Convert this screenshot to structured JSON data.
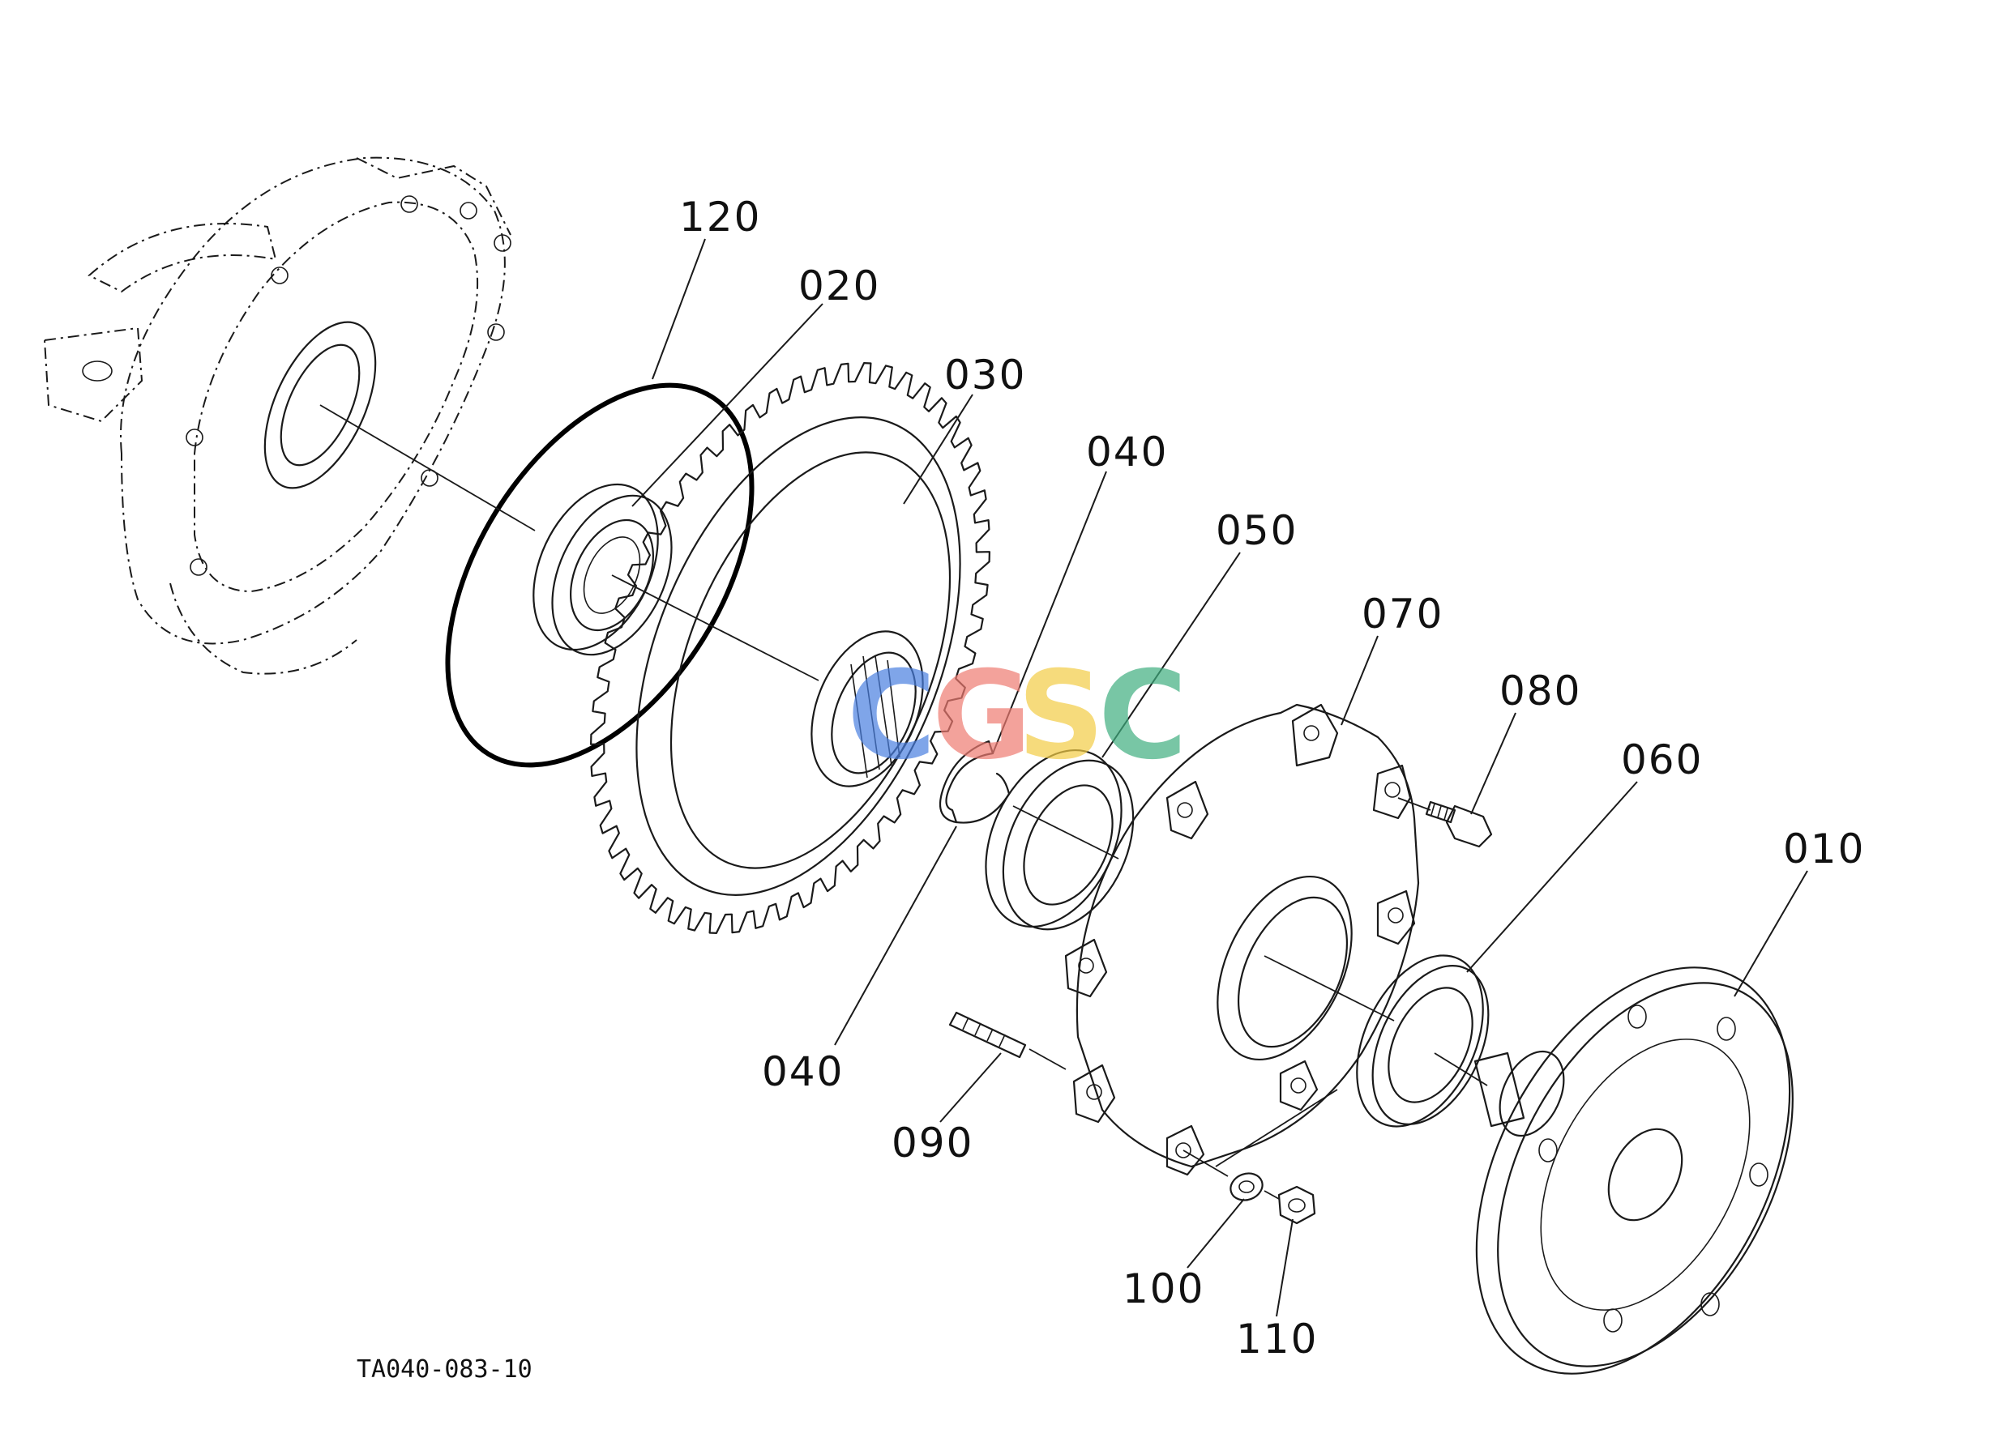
{
  "diagram": {
    "reference_code": "TA040-083-10",
    "watermark": {
      "letters": [
        {
          "char": "C",
          "color": "#4a7fe0"
        },
        {
          "char": "G",
          "color": "#ef7b72"
        },
        {
          "char": "S",
          "color": "#f3cc45"
        },
        {
          "char": "C",
          "color": "#3fae80"
        }
      ]
    },
    "callouts": [
      {
        "id": "120",
        "label": "120"
      },
      {
        "id": "020",
        "label": "020"
      },
      {
        "id": "030",
        "label": "030"
      },
      {
        "id": "040a",
        "label": "040"
      },
      {
        "id": "050",
        "label": "050"
      },
      {
        "id": "070",
        "label": "070"
      },
      {
        "id": "080",
        "label": "080"
      },
      {
        "id": "060",
        "label": "060"
      },
      {
        "id": "010",
        "label": "010"
      },
      {
        "id": "040b",
        "label": "040"
      },
      {
        "id": "090",
        "label": "090"
      },
      {
        "id": "100",
        "label": "100"
      },
      {
        "id": "110",
        "label": "110"
      }
    ]
  }
}
